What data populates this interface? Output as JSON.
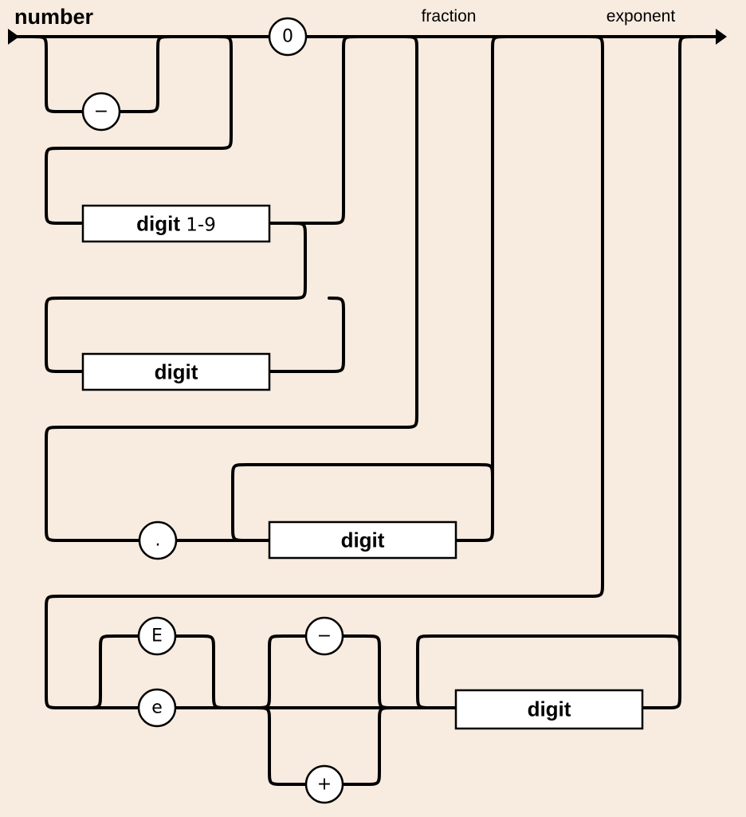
{
  "diagram": {
    "title": "number",
    "segments": {
      "fraction": "fraction",
      "exponent": "exponent"
    },
    "terminals": {
      "zero": "0",
      "minus_sign": "−",
      "decimal_point": ".",
      "exp_upper": "E",
      "exp_lower": "e",
      "exp_minus": "−",
      "exp_plus": "+"
    },
    "nonterminals": {
      "digit_1_9_name": "digit",
      "digit_1_9_range": "1-9",
      "int_digit": "digit",
      "frac_digit": "digit",
      "exp_digit": "digit"
    },
    "colors": {
      "background": "#f8ebdf",
      "stroke": "#000000",
      "node_fill": "#ffffff"
    }
  }
}
